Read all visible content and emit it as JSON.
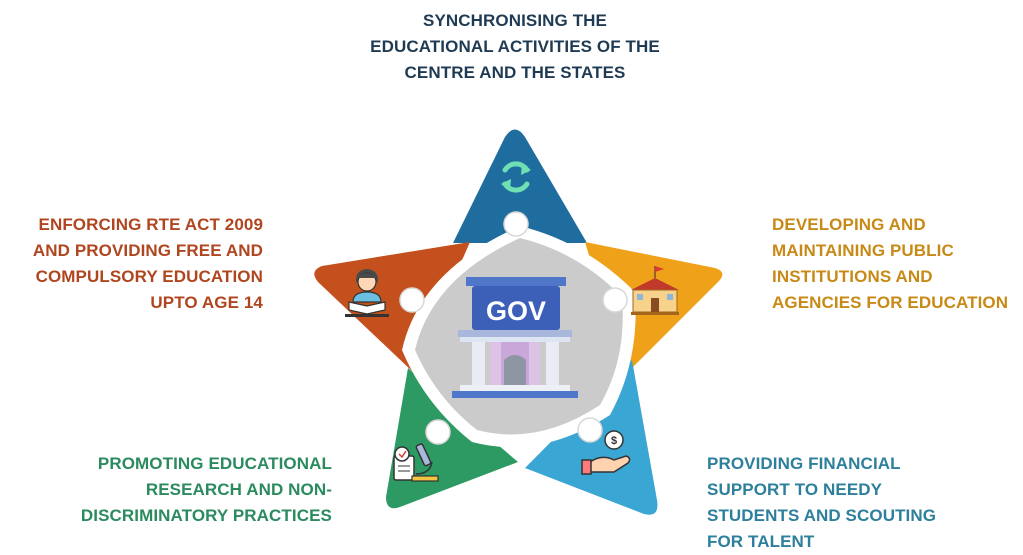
{
  "center": {
    "label": "GOV"
  },
  "points": [
    {
      "id": "top",
      "lines": [
        "SYNCHRONISING THE",
        "EDUCATIONAL ACTIVITIES OF THE",
        "CENTRE AND THE STATES"
      ],
      "color": "#1f6d9e",
      "icon": "sync-arrows-icon"
    },
    {
      "id": "right",
      "lines": [
        "DEVELOPING AND",
        "MAINTAINING PUBLIC",
        "INSTITUTIONS AND",
        "AGENCIES FOR EDUCATION"
      ],
      "color": "#f0a11a",
      "icon": "school-building-icon"
    },
    {
      "id": "bottom-right",
      "lines": [
        "PROVIDING FINANCIAL",
        "SUPPORT TO NEEDY",
        "STUDENTS AND SCOUTING",
        "FOR TALENT"
      ],
      "color": "#3aa6d3",
      "icon": "hand-with-coin-icon"
    },
    {
      "id": "bottom-left",
      "lines": [
        "PROMOTING EDUCATIONAL",
        "RESEARCH AND NON-",
        "DISCRIMINATORY PRACTICES"
      ],
      "color": "#2e9a63",
      "icon": "microscope-research-icon"
    },
    {
      "id": "left",
      "lines": [
        "ENFORCING RTE ACT 2009",
        "AND PROVIDING FREE AND",
        "COMPULSORY EDUCATION",
        "UPTO AGE 14"
      ],
      "color": "#c4511d",
      "icon": "student-reading-icon"
    }
  ]
}
